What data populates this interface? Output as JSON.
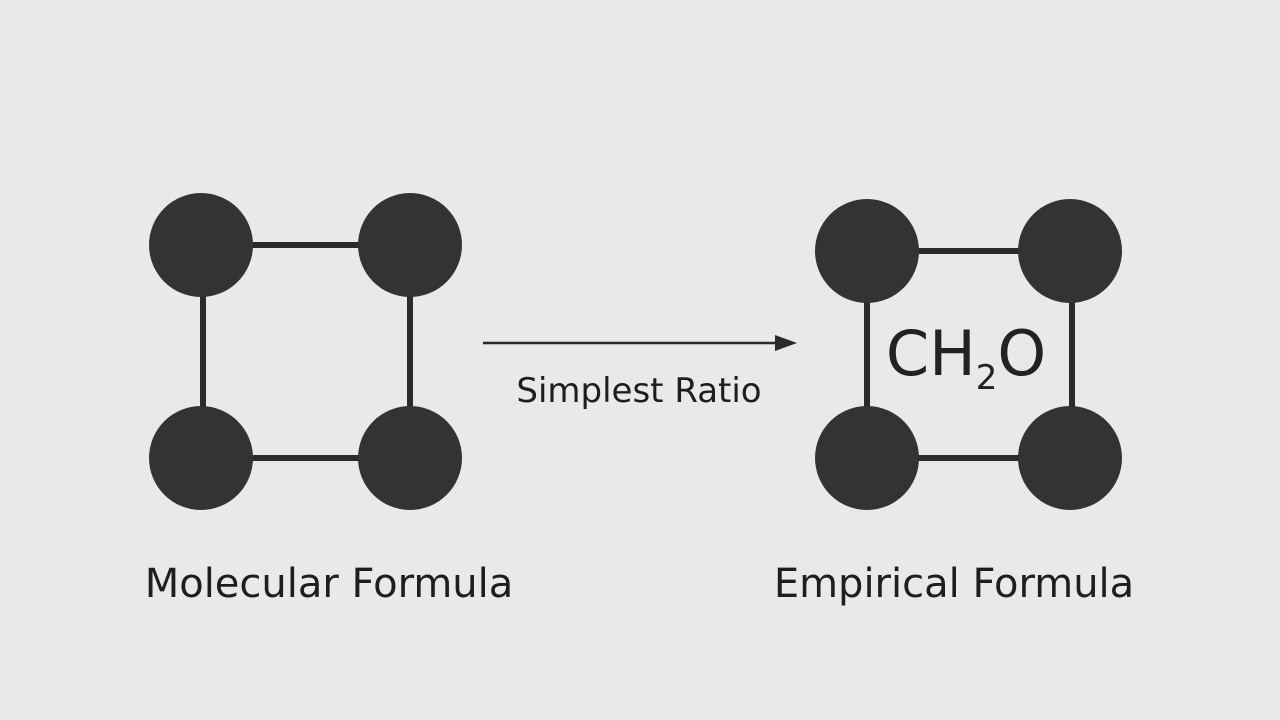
{
  "diagram": {
    "left_label": "Molecular Formula",
    "right_label": "Empirical Formula",
    "arrow_label": "Simplest Ratio",
    "formula": {
      "prefix": "CH",
      "subscript": "2",
      "suffix": "O"
    }
  },
  "colors": {
    "background": "#e9e9e9",
    "atom": "#333333",
    "bond": "#2b2b2b",
    "text": "#1e1e1e"
  }
}
